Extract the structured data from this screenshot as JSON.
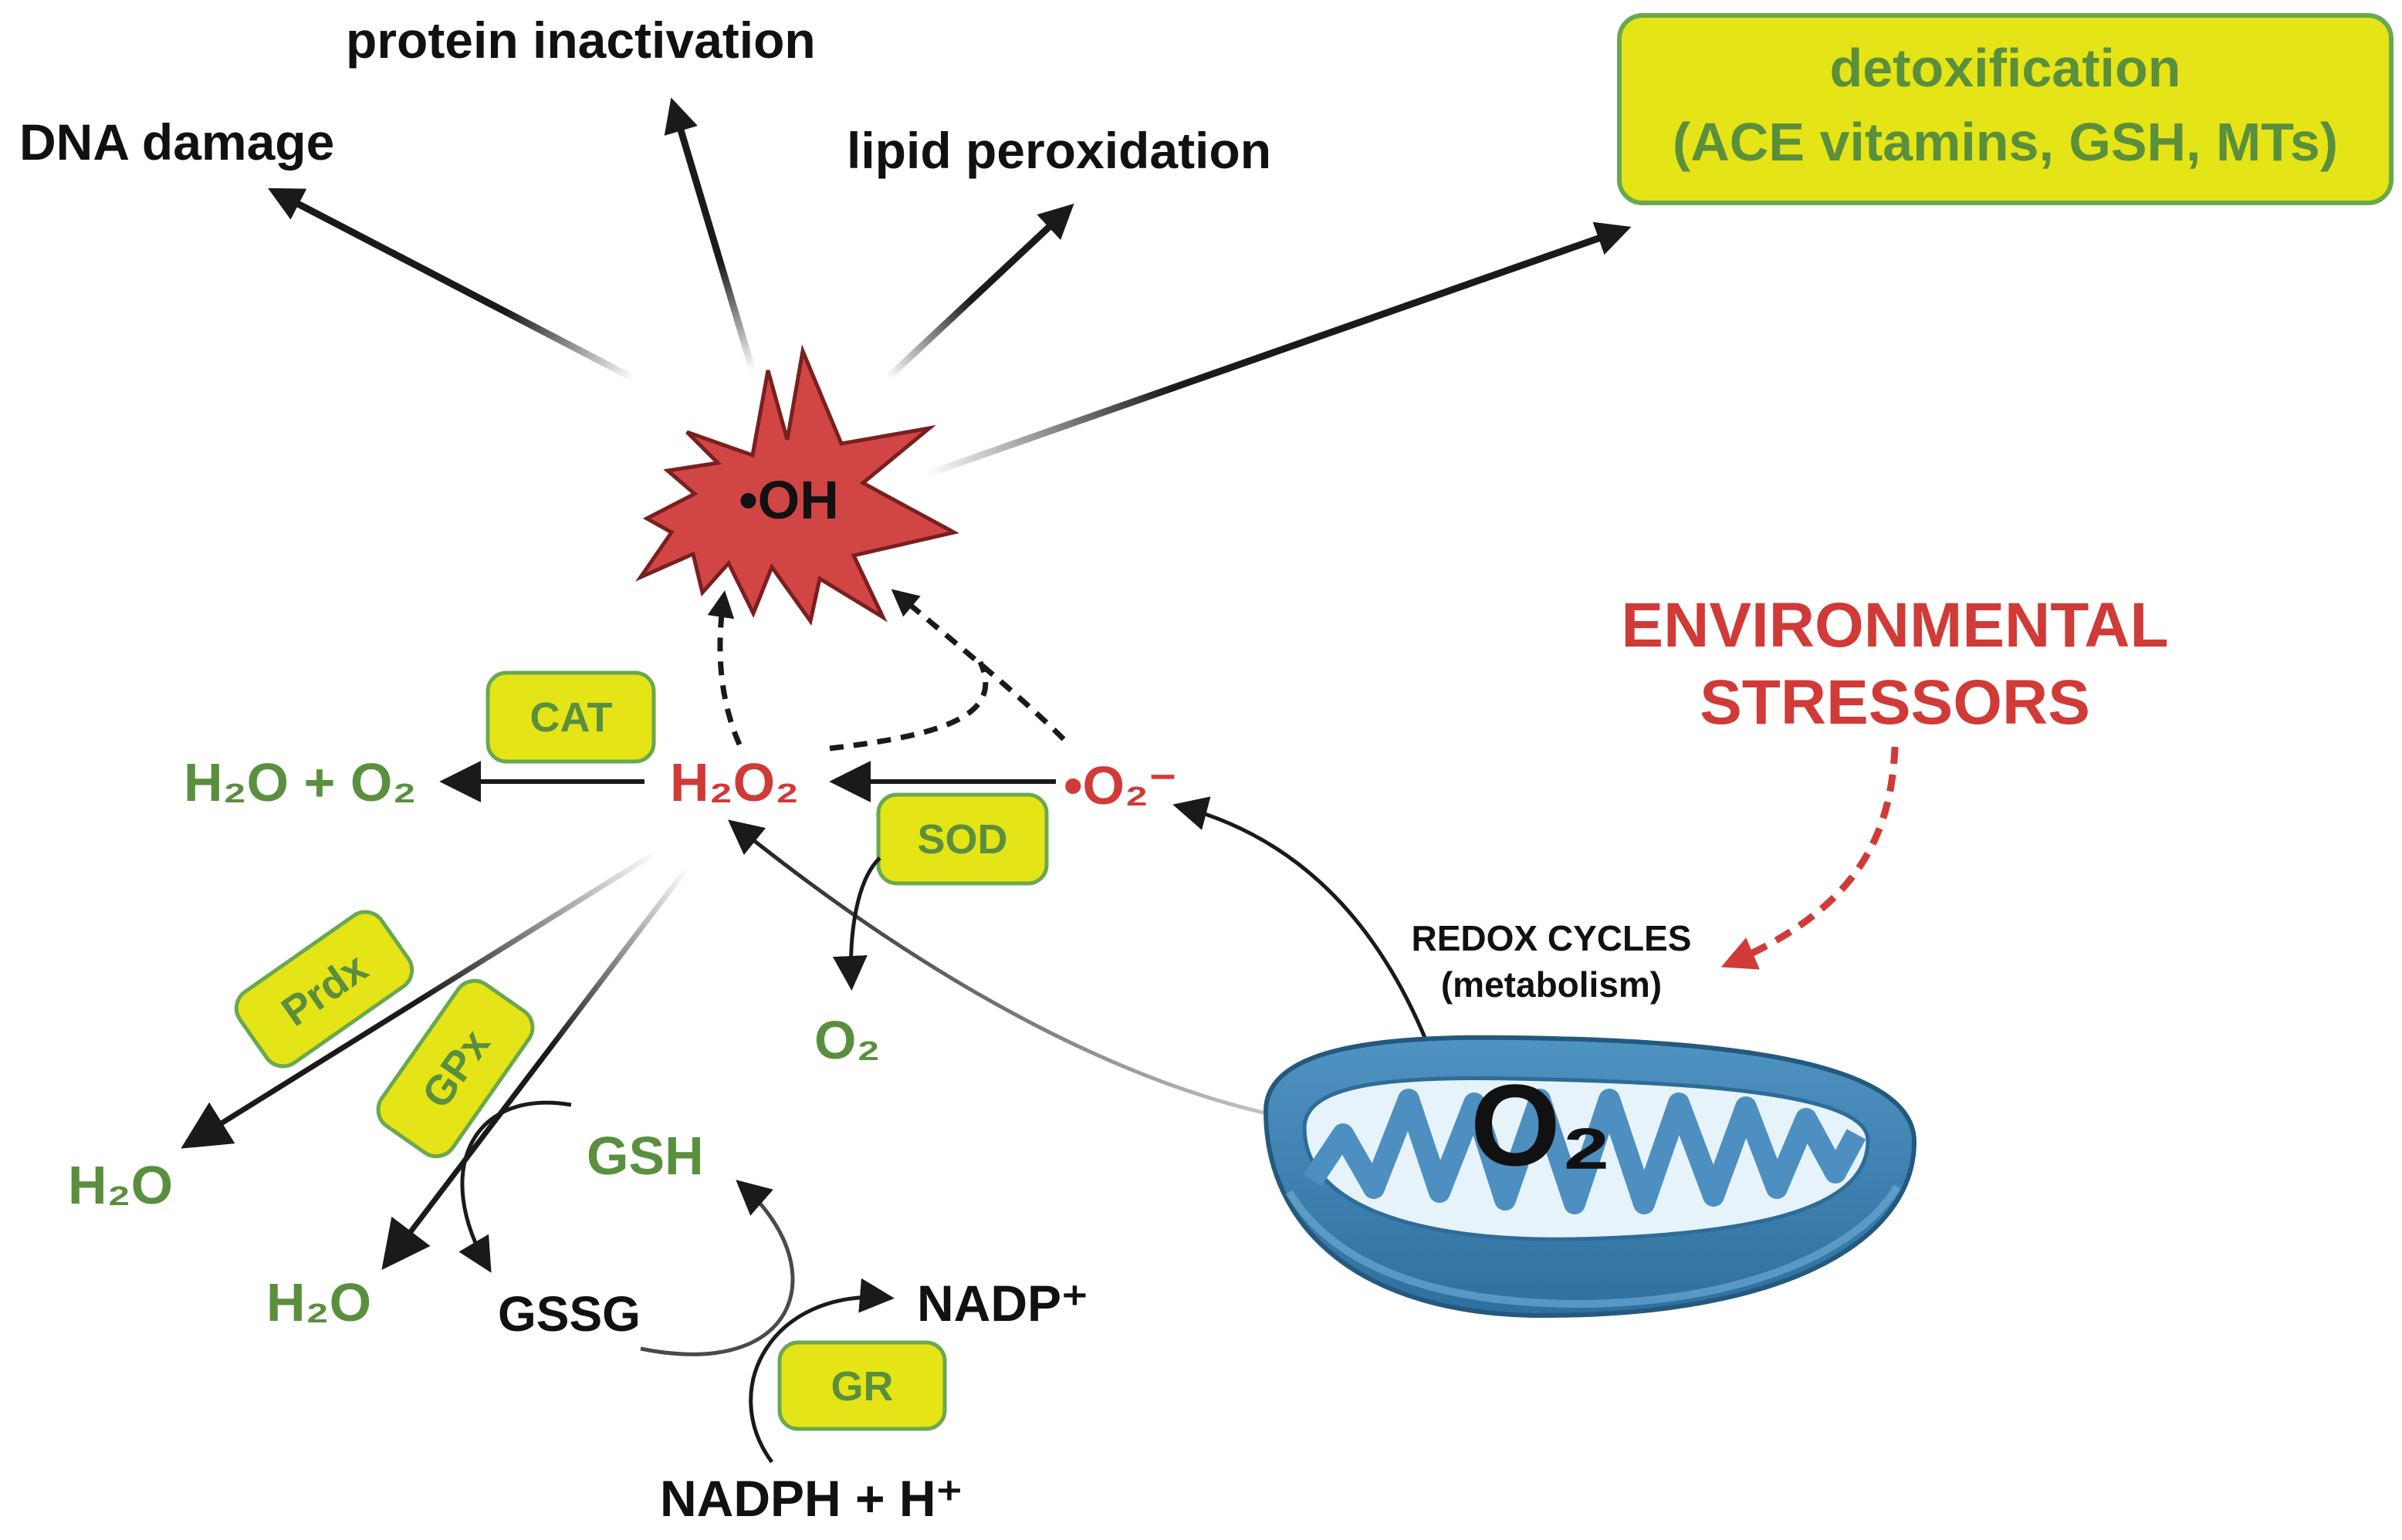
{
  "outcomes": {
    "dna_damage": "DNA damage",
    "protein_inactivation": "protein inactivation",
    "lipid_peroxidation": "lipid peroxidation"
  },
  "detox": {
    "line1": "detoxification",
    "line2": "(ACE vitamins, GSH, MTs)"
  },
  "radical": {
    "hydroxyl": "•OH"
  },
  "species": {
    "h2o_o2": "H₂O + O₂",
    "h2o2": "H₂O₂",
    "superoxide": "•O₂⁻",
    "o2_product": "O₂",
    "h2o_prdx": "H₂O",
    "h2o_gpx": "H₂O",
    "gsh": "GSH",
    "gssg": "GSSG",
    "nadp": "NADP⁺",
    "nadph": "NADPH + H⁺",
    "o2_mito": "O₂"
  },
  "enzymes": {
    "cat": "CAT",
    "sod": "SOD",
    "prdx": "Prdx",
    "gpx": "GPx",
    "gr": "GR"
  },
  "stressors": {
    "line1": "ENVIRONMENTAL",
    "line2": "STRESSORS"
  },
  "redox": {
    "line1": "REDOX CYCLES",
    "line2": "(metabolism)"
  },
  "colors": {
    "product_green": "#5a8f3e",
    "ros_red": "#d03a37",
    "enzyme_fill": "#e5e416",
    "mito_blue": "#3d7fb0",
    "star_fill": "#d24545"
  }
}
